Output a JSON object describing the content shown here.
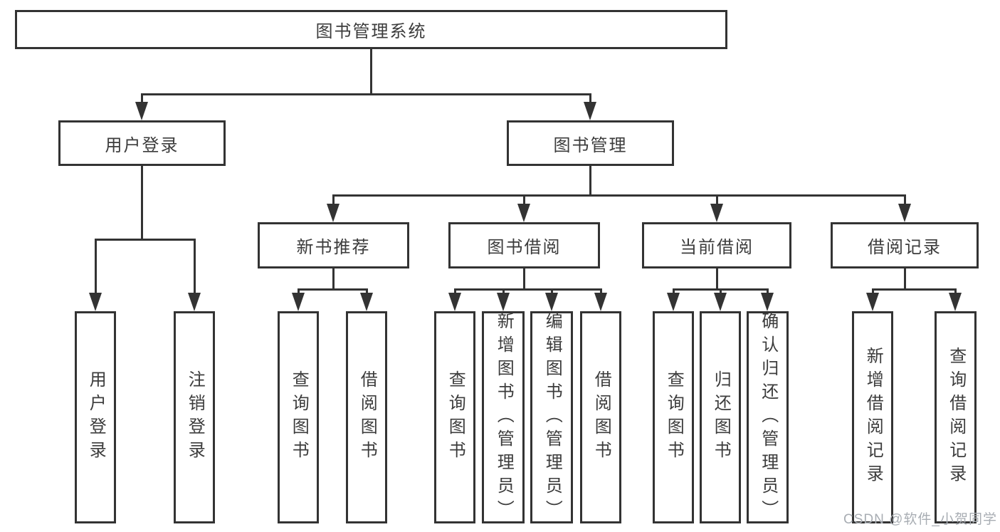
{
  "tree": {
    "label": "图书管理系统",
    "children": [
      {
        "label": "用户登录",
        "children": [
          {
            "label": "用户登录"
          },
          {
            "label": "注销登录"
          }
        ]
      },
      {
        "label": "图书管理",
        "children": [
          {
            "label": "新书推荐",
            "children": [
              {
                "label": "查询图书"
              },
              {
                "label": "借阅图书"
              }
            ]
          },
          {
            "label": "图书借阅",
            "children": [
              {
                "label": "查询图书"
              },
              {
                "label": "新增图书（管理员）"
              },
              {
                "label": "编辑图书（管理员）"
              },
              {
                "label": "借阅图书"
              }
            ]
          },
          {
            "label": "当前借阅",
            "children": [
              {
                "label": "查询图书"
              },
              {
                "label": "归还图书"
              },
              {
                "label": "确认归还（管理员）"
              }
            ]
          },
          {
            "label": "借阅记录",
            "children": [
              {
                "label": "新增借阅记录"
              },
              {
                "label": "查询借阅记录"
              }
            ]
          }
        ]
      }
    ]
  },
  "watermark": "CSDN @软件_小贺同学",
  "colors": {
    "line": "#333333",
    "text": "#3c3c3c",
    "background": "#ffffff",
    "watermark": "#a8adb3"
  }
}
